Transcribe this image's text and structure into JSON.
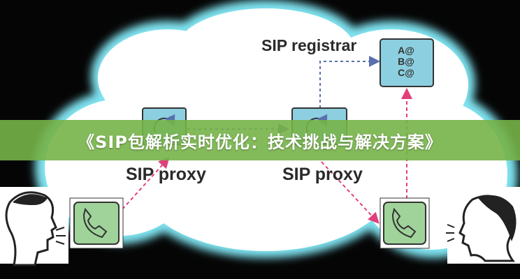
{
  "diagram": {
    "registrar_label": "SIP registrar",
    "registrar_entries": [
      "A@",
      "B@",
      "C@"
    ],
    "proxy_labels": [
      "SIP proxy",
      "SIP proxy"
    ]
  },
  "banner": {
    "title": "《SIP包解析实时优化：技术挑战与解决方案》"
  },
  "colors": {
    "cloud_fill": "#ffffff",
    "cloud_glow": "#7fe3f0",
    "proxy_box": "#8ccfe0",
    "phone_box": "#9fd39a",
    "arrow_pink": "#e0407a",
    "arrow_dashed": "#5a6fb0",
    "banner": "#76b248"
  }
}
